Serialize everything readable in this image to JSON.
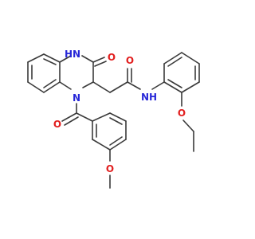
{
  "molecule": {
    "atoms": {
      "n4h": "N",
      "h4": "H",
      "o_ketone": "O",
      "o_amide": "O",
      "n_amide": "N",
      "h_amide": "H",
      "n1": "N",
      "o_benzoyl": "O",
      "o_methoxy": "O",
      "o_ethoxy": "O"
    },
    "colors": {
      "bond": "#3a3a3a",
      "nitrogen": "#2828d8",
      "oxygen": "#e21f1f",
      "background": "#ffffff"
    }
  }
}
